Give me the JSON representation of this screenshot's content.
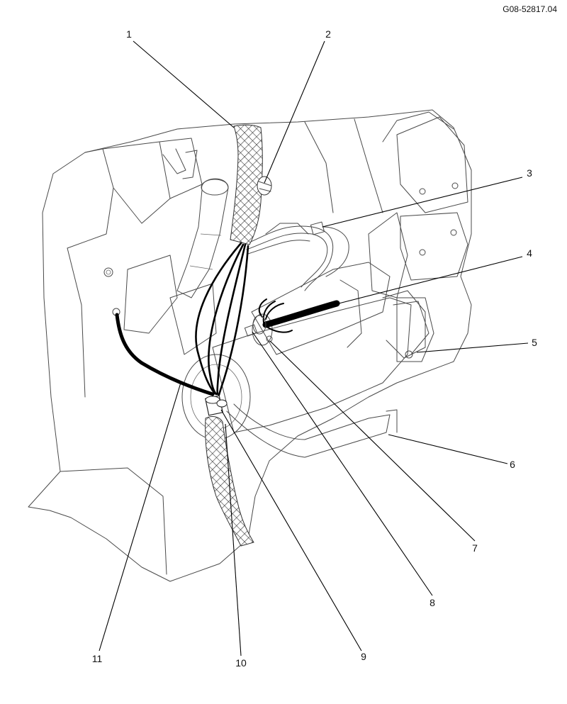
{
  "drawing_code": "G08-52817.04",
  "callouts": [
    {
      "id": "1",
      "text": "1"
    },
    {
      "id": "2",
      "text": "2"
    },
    {
      "id": "3",
      "text": "3"
    },
    {
      "id": "4",
      "text": "4"
    },
    {
      "id": "5",
      "text": "5"
    },
    {
      "id": "6",
      "text": "6"
    },
    {
      "id": "7",
      "text": "7"
    },
    {
      "id": "8",
      "text": "8"
    },
    {
      "id": "9",
      "text": "9"
    },
    {
      "id": "10",
      "text": "10"
    },
    {
      "id": "11",
      "text": "11"
    }
  ],
  "colors": {
    "line": "#4a4a4a",
    "cable": "#000000",
    "background": "#ffffff"
  }
}
